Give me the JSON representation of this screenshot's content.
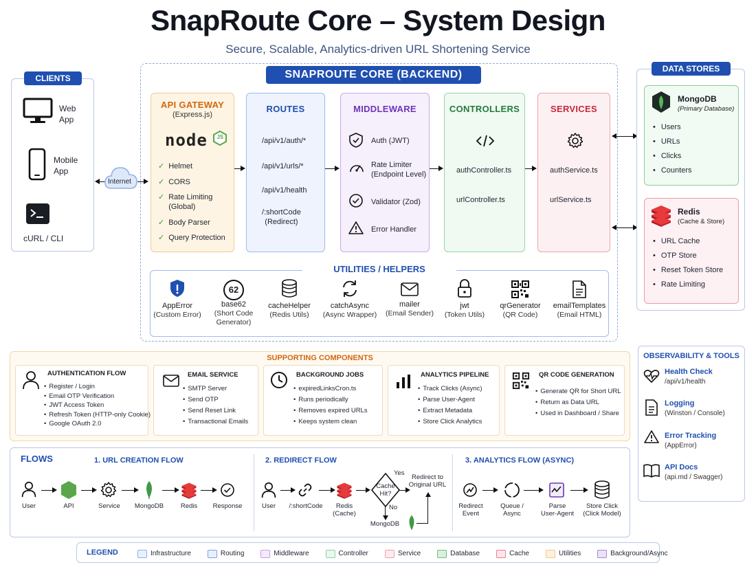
{
  "header": {
    "title": "SnapRoute Core – System Design",
    "subtitle": "Secure, Scalable, Analytics-driven URL Shortening Service"
  },
  "clients": {
    "label": "CLIENTS",
    "items": [
      {
        "name": "Web\nApp",
        "icon": "monitor-icon"
      },
      {
        "name": "Mobile\nApp",
        "icon": "mobile-icon"
      },
      {
        "name": "cURL / CLI",
        "icon": "terminal-icon"
      }
    ],
    "internet_label": "Internet"
  },
  "backend": {
    "label": "SNAPROUTE CORE (BACKEND)",
    "api_gateway": {
      "title": "API GATEWAY",
      "subtitle": "(Express.js)",
      "logo_text": "node",
      "logo_badge": "JS",
      "items": [
        "Helmet",
        "CORS",
        "Rate Limiting\n(Global)",
        "Body Parser",
        "Query Protection"
      ]
    },
    "routes": {
      "title": "ROUTES",
      "items": [
        "/api/v1/auth/*",
        "/api/v1/urls/*",
        "/api/v1/health",
        "/:shortCode\n(Redirect)"
      ]
    },
    "middleware": {
      "title": "MIDDLEWARE",
      "items": [
        {
          "label": "Auth (JWT)",
          "icon": "shield-check-icon"
        },
        {
          "label": "Rate Limiter\n(Endpoint Level)",
          "icon": "gauge-icon"
        },
        {
          "label": "Validator (Zod)",
          "icon": "check-circle-icon"
        },
        {
          "label": "Error Handler",
          "icon": "warning-icon"
        }
      ]
    },
    "controllers": {
      "title": "CONTROLLERS",
      "items": [
        "authController.ts",
        "urlController.ts"
      ]
    },
    "services": {
      "title": "SERVICES",
      "items": [
        "authService.ts",
        "urlService.ts"
      ]
    },
    "utilities": {
      "title": "UTILITIES / HELPERS",
      "items": [
        {
          "name": "AppError",
          "desc": "(Custom Error)",
          "icon": "shield-alert-icon"
        },
        {
          "name": "base62",
          "desc": "(Short Code\nGenerator)",
          "icon": "base62-badge-icon",
          "badge": "62"
        },
        {
          "name": "cacheHelper",
          "desc": "(Redis Utils)",
          "icon": "database-icon"
        },
        {
          "name": "catchAsync",
          "desc": "(Async Wrapper)",
          "icon": "refresh-icon"
        },
        {
          "name": "mailer",
          "desc": "(Email Sender)",
          "icon": "mail-icon"
        },
        {
          "name": "jwt",
          "desc": "(Token Utils)",
          "icon": "lock-icon"
        },
        {
          "name": "qrGenerator",
          "desc": "(QR Code)",
          "icon": "qr-icon"
        },
        {
          "name": "emailTemplates",
          "desc": "(Email HTML)",
          "icon": "document-icon"
        }
      ]
    }
  },
  "data_stores": {
    "label": "DATA STORES",
    "mongodb": {
      "name": "MongoDB",
      "sub": "(Primary Database)",
      "items": [
        "Users",
        "URLs",
        "Clicks",
        "Counters"
      ]
    },
    "redis": {
      "name": "Redis",
      "sub": "(Cache & Store)",
      "items": [
        "URL Cache",
        "OTP Store",
        "Reset Token Store",
        "Rate Limiting"
      ]
    }
  },
  "supporting": {
    "title": "SUPPORTING COMPONENTS",
    "cards": [
      {
        "title": "AUTHENTICATION FLOW",
        "icon": "user-icon",
        "items": [
          "Register / Login",
          "Email OTP Verification",
          "JWT Access Token",
          "Refresh Token (HTTP-only Cookie)",
          "Google OAuth 2.0"
        ]
      },
      {
        "title": "EMAIL SERVICE",
        "icon": "mail-icon",
        "items": [
          "SMTP Server",
          "Send OTP",
          "Send Reset Link",
          "Transactional Emails"
        ]
      },
      {
        "title": "BACKGROUND JOBS",
        "icon": "clock-icon",
        "items": [
          "expiredLinksCron.ts",
          "Runs periodically",
          "Removes expired URLs",
          "Keeps system clean"
        ]
      },
      {
        "title": "ANALYTICS PIPELINE",
        "icon": "bar-chart-icon",
        "items": [
          "Track Clicks (Async)",
          "Parse User-Agent",
          "Extract Metadata",
          "Store Click Analytics"
        ]
      },
      {
        "title": "QR CODE GENERATION",
        "icon": "qr-icon",
        "items": [
          "Generate QR for Short URL",
          "Return as Data URL",
          "Used in Dashboard / Share"
        ]
      }
    ]
  },
  "observability": {
    "title": "OBSERVABILITY & TOOLS",
    "items": [
      {
        "title": "Health Check",
        "sub": "/api/v1/health",
        "icon": "heartbeat-icon"
      },
      {
        "title": "Logging",
        "sub": "(Winston / Console)",
        "icon": "log-document-icon"
      },
      {
        "title": "Error Tracking",
        "sub": "(AppError)",
        "icon": "warning-icon"
      },
      {
        "title": "API Docs",
        "sub": "(api.md / Swagger)",
        "icon": "book-icon"
      }
    ]
  },
  "flows": {
    "title": "FLOWS",
    "url_creation": {
      "title": "1. URL CREATION FLOW",
      "steps": [
        "User",
        "API",
        "Service",
        "MongoDB",
        "Redis",
        "Response"
      ]
    },
    "redirect": {
      "title": "2. REDIRECT FLOW",
      "steps": [
        "User",
        "/:shortCode",
        "Redis\n(Cache)"
      ],
      "decision": "Cache\nHit?",
      "yes": "Yes",
      "no": "No",
      "yes_target": "Redirect to\nOriginal URL",
      "no_target": "MongoDB"
    },
    "analytics": {
      "title": "3. ANALYTICS FLOW (ASYNC)",
      "steps": [
        "Redirect\nEvent",
        "Queue /\nAsync",
        "Parse\nUser-Agent",
        "Store Click\n(Click Model)"
      ]
    }
  },
  "legend": {
    "title": "LEGEND",
    "items": [
      {
        "label": "Infrastructure",
        "fill": "#eaf1fc",
        "stroke": "#8fb0e6"
      },
      {
        "label": "Routing",
        "fill": "#e8f0ff",
        "stroke": "#7aa0e8"
      },
      {
        "label": "Middleware",
        "fill": "#f3eafb",
        "stroke": "#c3a3e6"
      },
      {
        "label": "Controller",
        "fill": "#eaf7ee",
        "stroke": "#93cfa3"
      },
      {
        "label": "Service",
        "fill": "#fdecef",
        "stroke": "#eda1ad"
      },
      {
        "label": "Database",
        "fill": "#d9f0dc",
        "stroke": "#6fbf7e"
      },
      {
        "label": "Cache",
        "fill": "#fde6e9",
        "stroke": "#e67f8d"
      },
      {
        "label": "Utilities",
        "fill": "#fdf1dc",
        "stroke": "#eec98a"
      },
      {
        "label": "Background/Async",
        "fill": "#ece2f8",
        "stroke": "#a587d6"
      }
    ]
  }
}
